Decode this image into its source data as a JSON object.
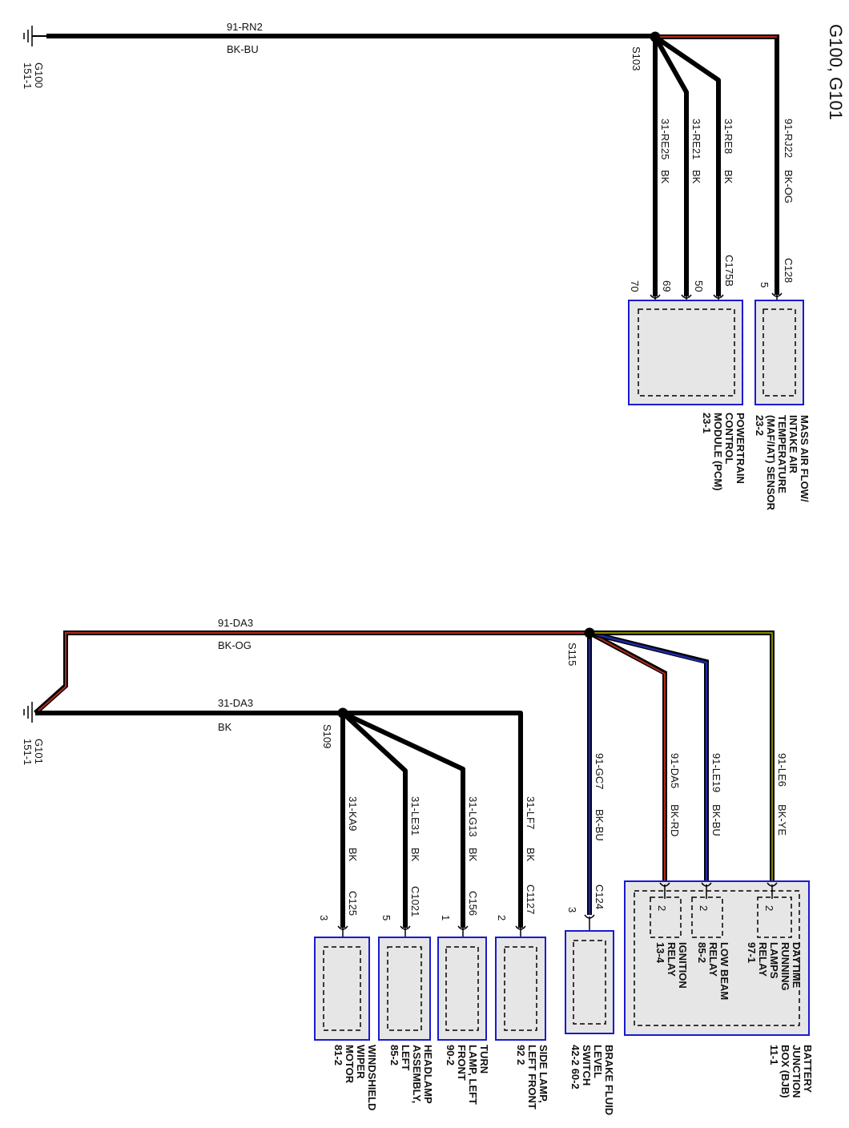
{
  "title": "G100, G101",
  "top": {
    "ground": {
      "id": "G100",
      "ref": "151-1"
    },
    "main_wire": {
      "circuit": "91-RN2",
      "color": "BK-BU"
    },
    "splice": "S103",
    "branches": [
      {
        "circuit": "31-RE25",
        "color": "BK",
        "pin": "70"
      },
      {
        "circuit": "31-RE21",
        "color": "BK",
        "pin": "69"
      },
      {
        "circuit": "31-RE8",
        "color": "BK",
        "pin": "50"
      },
      {
        "circuit": "91-RJ22",
        "color": "BK-OG",
        "pin": "5"
      }
    ],
    "connectors": {
      "pcm": "C175B",
      "maf": "C128"
    },
    "pcm_label": [
      "POWERTRAIN",
      "CONTROL",
      "MODULE (PCM)",
      "23-1"
    ],
    "maf_label": [
      "MASS AIR FLOW/",
      "INTAKE AIR",
      "TEMPERATURE",
      "(MAF/IAT) SENSOR",
      "23-2"
    ]
  },
  "bottom": {
    "ground": {
      "id": "G101",
      "ref": "151-1"
    },
    "upper_wire": {
      "circuit": "91-DA3",
      "color": "BK-OG"
    },
    "lower_wire": {
      "circuit": "31-DA3",
      "color": "BK"
    },
    "splice_upper": "S115",
    "splice_lower": "S109",
    "s109_branches": [
      {
        "circuit": "31-KA9",
        "color": "BK",
        "connector": "C125",
        "pin": "3",
        "label": [
          "WINDSHIELD",
          "WIPER",
          "MOTOR",
          "81-2"
        ]
      },
      {
        "circuit": "31-LE31",
        "color": "BK",
        "connector": "C1021",
        "pin": "5",
        "label": [
          "HEADLAMP",
          "ASSEMBLY,",
          "LEFT",
          "85-2"
        ]
      },
      {
        "circuit": "31-LG13",
        "color": "BK",
        "connector": "C156",
        "pin": "1",
        "label": [
          "TURN",
          "LAMP, LEFT",
          "FRONT",
          "90-2"
        ]
      },
      {
        "circuit": "31-LF7",
        "color": "BK",
        "connector": "C1127",
        "pin": "2",
        "label": [
          "SIDE LAMP,",
          "LEFT FRONT",
          "92 2"
        ]
      }
    ],
    "s115_branches": [
      {
        "circuit": "91-GC7",
        "color": "BK-BU",
        "connector": "C124",
        "pin": "3"
      },
      {
        "circuit": "91-DA5",
        "color": "BK-RD",
        "pin": "2"
      },
      {
        "circuit": "91-LE19",
        "color": "BK-BU",
        "pin": "2"
      },
      {
        "circuit": "91-LE6",
        "color": "BK-YE",
        "pin": "2"
      }
    ],
    "brake_label": [
      "BRAKE FLUID",
      "LEVEL",
      "SWITCH",
      "42-2   60-2"
    ],
    "bjb_label": [
      "BATTERY",
      "JUNCTION",
      "BOX (BJB)",
      "11-1"
    ],
    "relays": [
      {
        "label": [
          "IGNITION",
          "RELAY",
          "13-4"
        ]
      },
      {
        "label": [
          "LOW BEAM",
          "RELAY",
          "85-2"
        ]
      },
      {
        "label": [
          "DAYTIME",
          "RUNNING",
          "LAMPS",
          "RELAY",
          "97-1"
        ]
      }
    ]
  },
  "colors": {
    "black": "#000000",
    "red": "#b0291b",
    "blue": "#1f2aa8",
    "yellow": "#d8d400",
    "box_border": "#1a1ad0",
    "box_fill": "#e6e6e6"
  }
}
